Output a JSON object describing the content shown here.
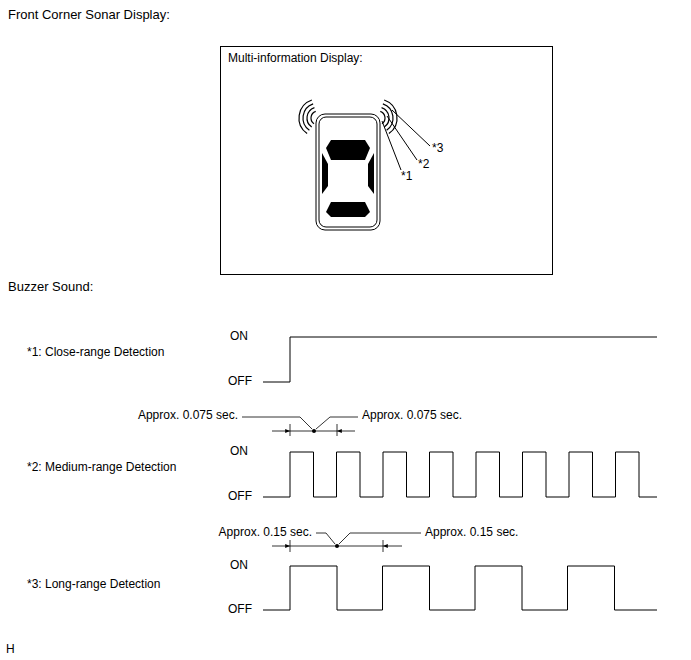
{
  "diagram": {
    "title": "Front Corner Sonar Display:",
    "nodes": [
      {
        "text": [
          "Multi-information Display:"
        ]
      }
    ],
    "labels": [
      "*3",
      "*2",
      "*1",
      "Buzzer Sound:",
      "ON",
      "OFF",
      "*1: Close-range Detection",
      "Approx. 0.075 sec.",
      "Approx. 0.075 sec.",
      "ON",
      "OFF",
      "*2: Medium-range Detection",
      "Approx. 0.15 sec.",
      "Approx. 0.15 sec.",
      "ON",
      "OFF",
      "*3: Long-range Detection",
      "H"
    ]
  }
}
